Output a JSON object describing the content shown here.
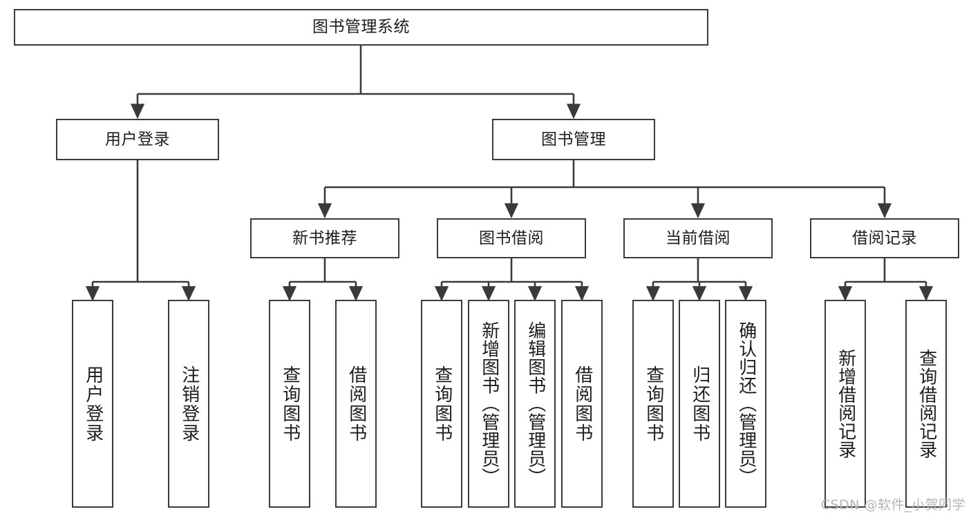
{
  "diagram": {
    "title": "图书管理系统",
    "watermark": "CSDN @软件_小贺同学",
    "colors": {
      "stroke": "#3a3a3a",
      "text": "#1d1d1d",
      "background": "#ffffff",
      "watermark": "#b4b4b4"
    },
    "root": {
      "label": "图书管理系统"
    },
    "level2": [
      {
        "label": "用户登录"
      },
      {
        "label": "图书管理"
      }
    ],
    "level3": [
      {
        "label": "新书推荐"
      },
      {
        "label": "图书借阅"
      },
      {
        "label": "当前借阅"
      },
      {
        "label": "借阅记录"
      }
    ],
    "leaves": {
      "user_login": [
        {
          "label": "用户登录"
        },
        {
          "label": "注销登录"
        }
      ],
      "new_book": [
        {
          "label": "查询图书"
        },
        {
          "label": "借阅图书"
        }
      ],
      "book_borrow": [
        {
          "label": "查询图书"
        },
        {
          "label": "新增图书（管理员）"
        },
        {
          "label": "编辑图书（管理员）"
        },
        {
          "label": "借阅图书"
        }
      ],
      "current_borrow": [
        {
          "label": "查询图书"
        },
        {
          "label": "归还图书"
        },
        {
          "label": "确认归还（管理员）"
        }
      ],
      "borrow_record": [
        {
          "label": "新增借阅记录"
        },
        {
          "label": "查询借阅记录"
        }
      ]
    }
  }
}
